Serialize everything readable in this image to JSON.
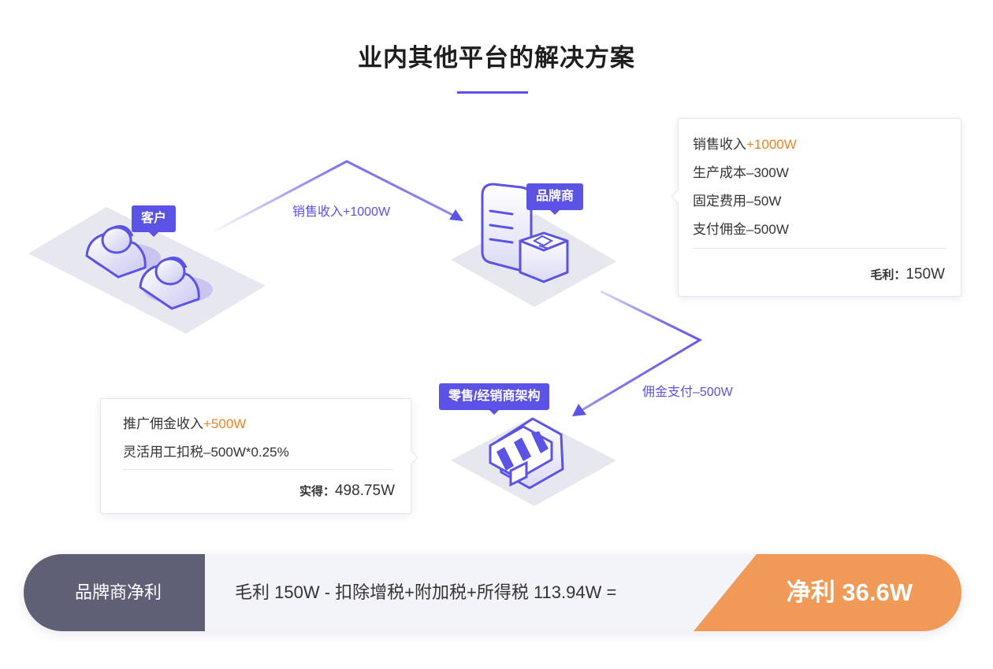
{
  "title": "业内其他平台的解决方案",
  "colors": {
    "accent": "#5b52e6",
    "highlight": "#f58220",
    "result_bg": "#f19a57",
    "left_block_bg": "#5f6076"
  },
  "nodes": {
    "customer": {
      "label": "客户",
      "icon": "users-icon"
    },
    "brand": {
      "label": "品牌商",
      "icon": "building-icon"
    },
    "retail": {
      "label": "零售/经销商架构",
      "icon": "store-icon"
    }
  },
  "flows": {
    "sales_income": "销售收入+1000W",
    "commission_paid": "佣金支付–500W"
  },
  "brand_card": {
    "line1_prefix": "销售收入",
    "line1_value": "+1000W",
    "line2": "生产成本–300W",
    "line3": "固定费用–50W",
    "line4": "支付佣金–500W",
    "sum_label": "毛利：",
    "sum_value": "150W"
  },
  "retail_card": {
    "line1_prefix": "推广佣金收入",
    "line1_value": "+500W",
    "line2": "灵活用工扣税–500W*0.25%",
    "sum_label": "实得：",
    "sum_value": "498.75W"
  },
  "summary": {
    "left_label": "品牌商净利",
    "formula": "毛利 150W  -  扣除增税+附加税+所得税 113.94W =",
    "result": "净利 36.6W"
  }
}
